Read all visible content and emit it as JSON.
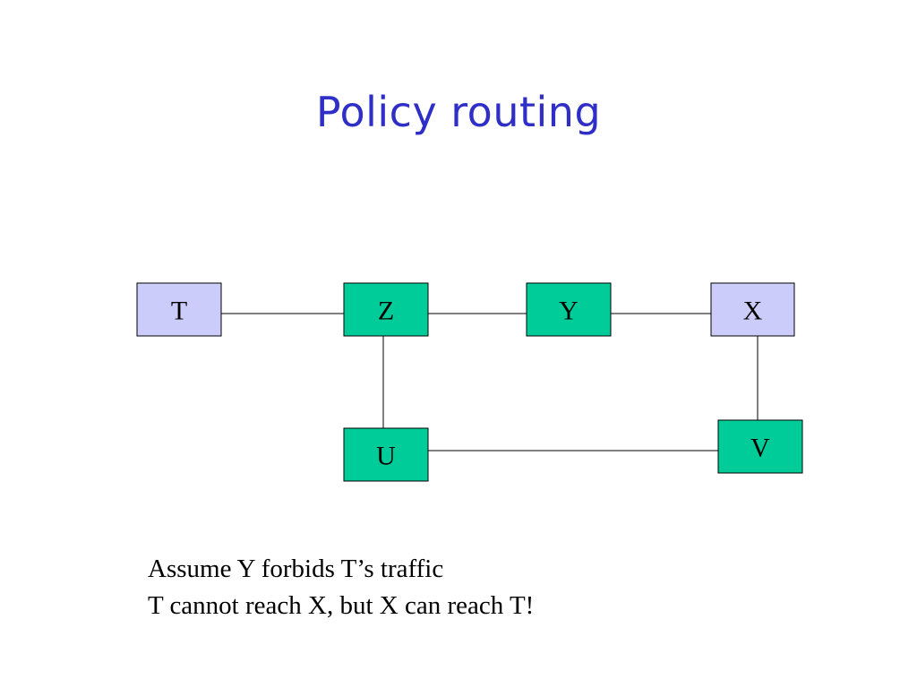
{
  "title": "Policy routing",
  "colors": {
    "endpoint_fill": "#ccccfa",
    "transit_fill": "#00cc99",
    "title_color": "#2f2fc7"
  },
  "nodes": [
    {
      "id": "T",
      "label": "T",
      "kind": "endpoint"
    },
    {
      "id": "Z",
      "label": "Z",
      "kind": "transit"
    },
    {
      "id": "Y",
      "label": "Y",
      "kind": "transit"
    },
    {
      "id": "X",
      "label": "X",
      "kind": "endpoint"
    },
    {
      "id": "U",
      "label": "U",
      "kind": "transit"
    },
    {
      "id": "V",
      "label": "V",
      "kind": "transit"
    }
  ],
  "edges": [
    {
      "from": "T",
      "to": "Z"
    },
    {
      "from": "Z",
      "to": "Y"
    },
    {
      "from": "Y",
      "to": "X"
    },
    {
      "from": "Z",
      "to": "U"
    },
    {
      "from": "X",
      "to": "V"
    },
    {
      "from": "U",
      "to": "V"
    }
  ],
  "caption": {
    "line1": "Assume Y forbids T’s traffic",
    "line2": "T cannot reach X, but X can reach T!"
  }
}
